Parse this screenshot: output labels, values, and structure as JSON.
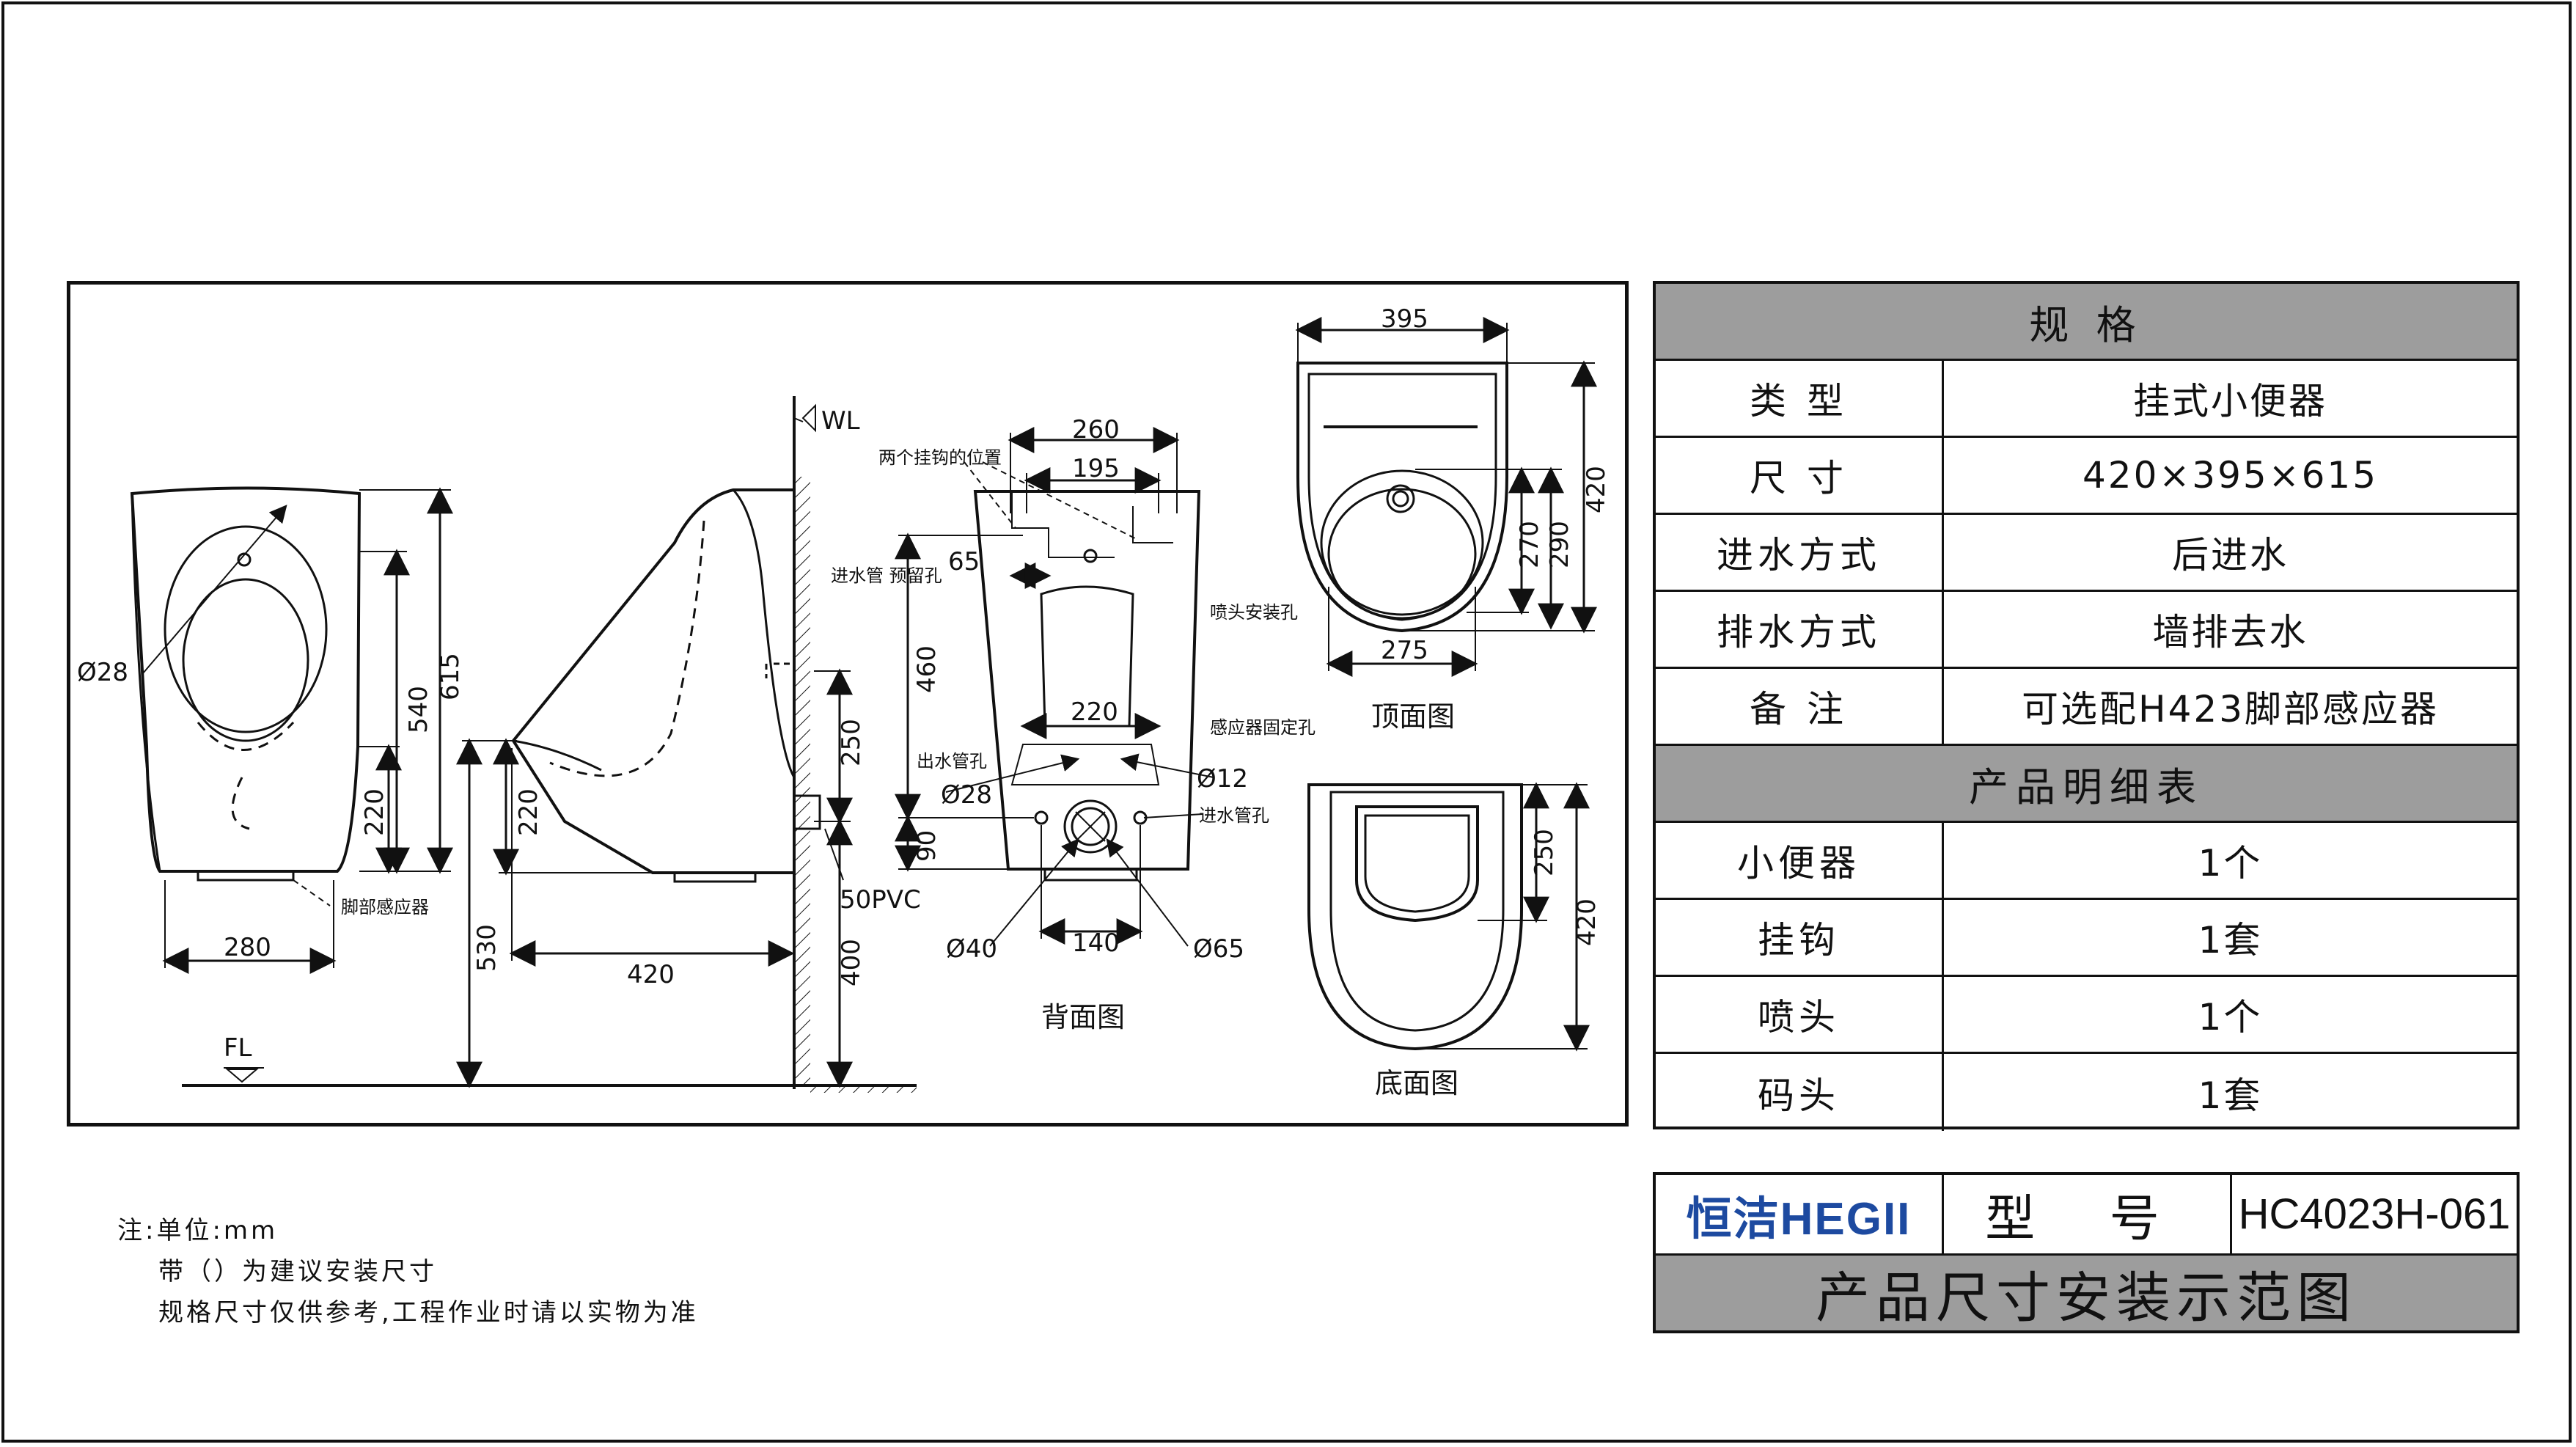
{
  "drawing": {
    "wl_label": "WL",
    "fl_label": "FL",
    "side": {
      "dims": [
        "615",
        "540",
        "220",
        "280",
        "420",
        "530",
        "220",
        "250",
        "400"
      ],
      "d28": "Ø28",
      "pipe": "50PVC",
      "foot_sensor": "脚部感应器",
      "inlet_hole": "进水管\n预留孔"
    },
    "back": {
      "title": "背面图",
      "dims": [
        "260",
        "195",
        "65",
        "460",
        "220",
        "90",
        "140"
      ],
      "hooks": "两个挂钩的位置",
      "spray_hole": "喷头安装孔",
      "sensor_hole": "感应器固定孔",
      "outlet_hole": "出水管孔",
      "inlet_pipe_hole": "进水管孔",
      "d12": "Ø12",
      "d28": "Ø28",
      "d40": "Ø40",
      "d65": "Ø65"
    },
    "top": {
      "title": "顶面图",
      "dims": [
        "395",
        "275",
        "270",
        "290",
        "420"
      ]
    },
    "bottom": {
      "title": "底面图",
      "dims": [
        "250",
        "420"
      ]
    }
  },
  "spec": {
    "header": "规 格",
    "rows": [
      {
        "k": "类 型",
        "v": "挂式小便器"
      },
      {
        "k": "尺 寸",
        "v": "420×395×615"
      },
      {
        "k": "进水方式",
        "v": "后进水"
      },
      {
        "k": "排水方式",
        "v": "墙排去水"
      },
      {
        "k": "备 注",
        "v": "可选配H423脚部感应器"
      }
    ],
    "list_header": "产品明细表",
    "list": [
      {
        "k": "小便器",
        "v": "1个"
      },
      {
        "k": "挂钩",
        "v": "1套"
      },
      {
        "k": "喷头",
        "v": "1个"
      },
      {
        "k": "码头",
        "v": "1套"
      }
    ]
  },
  "title_block": {
    "brand": "恒洁HEGII",
    "model_label": "型 号",
    "model_value": "HC4023H-061",
    "title": "产品尺寸安装示范图"
  },
  "notes": [
    "注:单位:mm",
    "带（）为建议安装尺寸",
    "规格尺寸仅供参考,工程作业时请以实物为准"
  ]
}
